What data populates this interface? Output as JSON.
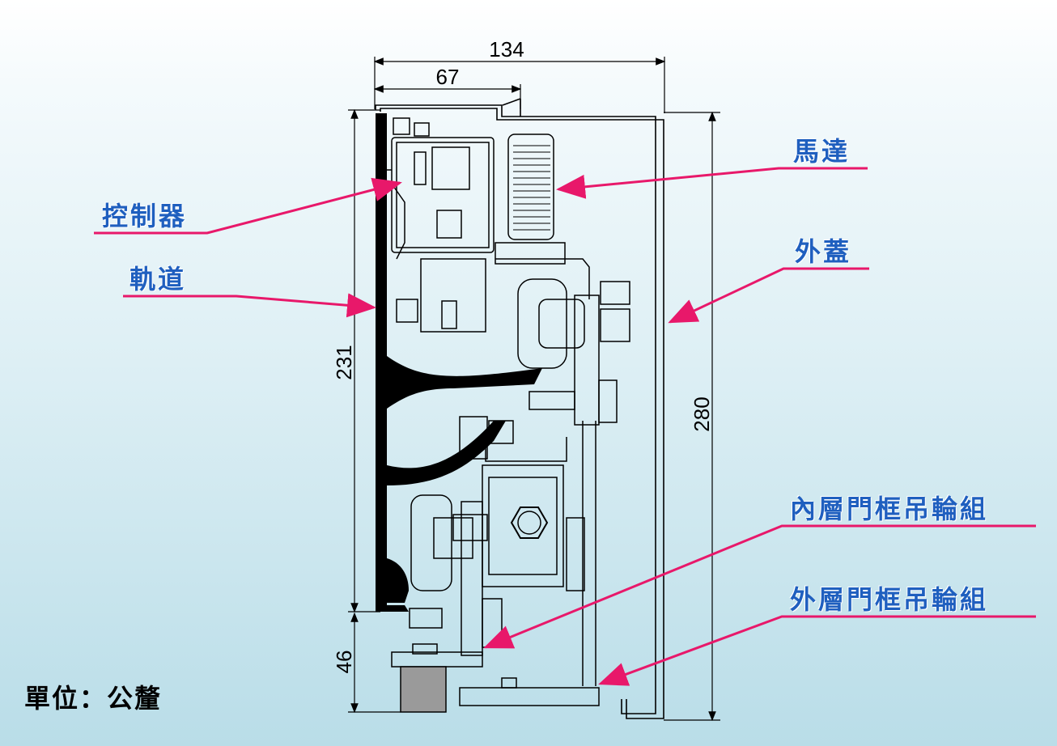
{
  "dimensions": {
    "overall_width": "134",
    "half_width": "67",
    "track_height": "231",
    "lower_height": "46",
    "overall_height": "280"
  },
  "labels": {
    "motor": "馬達",
    "controller": "控制器",
    "cover": "外蓋",
    "track": "軌道",
    "inner_hanger": "內層門框吊輪組",
    "outer_hanger": "外層門框吊輪組"
  },
  "unit": "單位：公釐",
  "colors": {
    "label_text": "#1f5fbf",
    "leader_line": "#e8186a",
    "drawing_line": "#000000",
    "weight_block": "#9a9a9a"
  }
}
